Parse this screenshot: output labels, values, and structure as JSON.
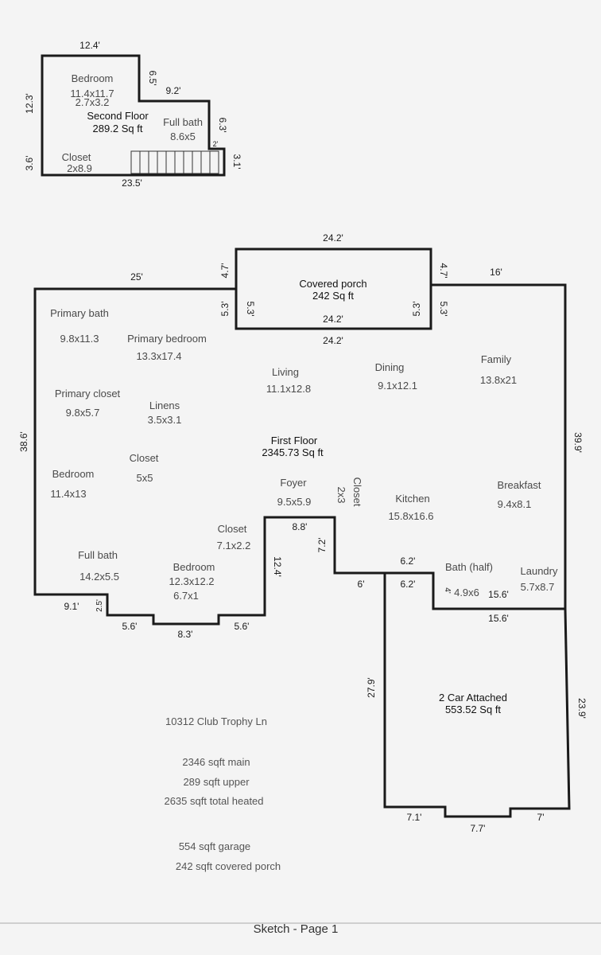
{
  "second_floor": {
    "title": "Second Floor",
    "area": "289.2 Sq ft",
    "rooms": [
      {
        "name": "Bedroom",
        "size": "11.4x11.7",
        "size2": "2.7x3.2"
      },
      {
        "name": "Full bath",
        "size": "8.6x5"
      },
      {
        "name": "Closet",
        "size": "2x8.9"
      }
    ],
    "dims": [
      "12.4'",
      "6.5'",
      "9.2'",
      "6.3'",
      "2'",
      "3.1'",
      "23.5'",
      "3.6'",
      "12.3'"
    ]
  },
  "porch": {
    "title": "Covered porch",
    "area": "242 Sq ft",
    "dims": [
      "24.2'",
      "4.7'",
      "4.7'",
      "5.3'",
      "5.3'",
      "5.3'",
      "5.3'",
      "24.2'",
      "24.2'"
    ]
  },
  "first_floor": {
    "title": "First Floor",
    "area": "2345.73 Sq ft",
    "rooms": [
      {
        "name": "Primary bath",
        "size": "9.8x11.3"
      },
      {
        "name": "Primary bedroom",
        "size": "13.3x17.4"
      },
      {
        "name": "Living",
        "size": "11.1x12.8"
      },
      {
        "name": "Dining",
        "size": "9.1x12.1"
      },
      {
        "name": "Family",
        "size": "13.8x21"
      },
      {
        "name": "Primary closet",
        "size": "9.8x5.7"
      },
      {
        "name": "Linens",
        "size": "3.5x3.1"
      },
      {
        "name": "Bedroom",
        "size": "11.4x13"
      },
      {
        "name": "Closet",
        "size": "5x5"
      },
      {
        "name": "Foyer",
        "size": "9.5x5.9"
      },
      {
        "name": "Closet",
        "size": "2x3"
      },
      {
        "name": "Kitchen",
        "size": "15.8x16.6"
      },
      {
        "name": "Breakfast",
        "size": "9.4x8.1"
      },
      {
        "name": "Closet",
        "size": "7.1x2.2"
      },
      {
        "name": "Full bath",
        "size": "14.2x5.5"
      },
      {
        "name": "Bedroom",
        "size": "12.3x12.2",
        "size2": "6.7x1"
      },
      {
        "name": "Bath (half)",
        "size": "4.9x6"
      },
      {
        "name": "Laundry",
        "size": "5.7x8.7"
      }
    ],
    "dims": [
      "25'",
      "16'",
      "38.6'",
      "39.9'",
      "9.1'",
      "2.5'",
      "5.6'",
      "8.3'",
      "5.6'",
      "12.4'",
      "8.8'",
      "7.2'",
      "6'",
      "6.2'",
      "6.2'",
      "4'",
      "15.6'",
      "15.6'"
    ]
  },
  "garage": {
    "title": "2 Car Attached",
    "area": "553.52 Sq ft",
    "dims": [
      "27.9'",
      "23.9'",
      "7.1'",
      "7.7'",
      "7'"
    ]
  },
  "summary": {
    "address": "10312 Club Trophy Ln",
    "lines": [
      "2346 sqft main",
      "289 sqft upper",
      "2635 sqft total heated",
      "554 sqft garage",
      "242 sqft covered porch"
    ]
  },
  "footer": "Sketch - Page 1"
}
